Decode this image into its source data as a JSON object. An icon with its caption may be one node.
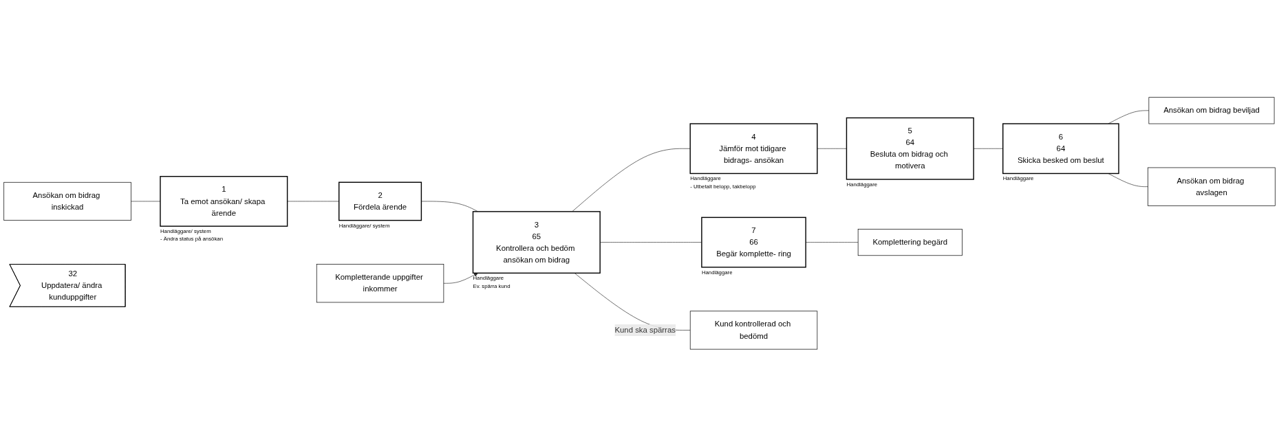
{
  "diagram": {
    "nodes": [
      {
        "text": [
          "Ansökan om bidrag inskickad"
        ]
      },
      {
        "text": [
          "1",
          "Ta emot ansökan/ skapa ärende"
        ],
        "beside": [
          "Handläggare/ system",
          "- Ändra status på ansökan"
        ]
      },
      {
        "text": [
          "2",
          "Fördela ärende"
        ],
        "beside": [
          "Handläggare/ system"
        ]
      },
      {
        "text": [
          "3",
          "65",
          "Kontrollera och bedöm ansökan om bidrag"
        ],
        "beside": [
          "Handläggare",
          "Ev. spärra kund"
        ]
      },
      {
        "text": [
          "7",
          "66",
          "Begär komplette- ring"
        ],
        "beside": [
          "Handläggare"
        ]
      },
      {
        "text": [
          "4",
          "Jämför mot tidigare bidrags- ansökan"
        ],
        "beside": [
          "Handläggare",
          "- Utbetalt belopp, takbelopp"
        ]
      },
      {
        "text": [
          "5",
          "64",
          "Besluta om bidrag och motivera"
        ],
        "beside": [
          "Handläggare"
        ]
      },
      {
        "text": [
          "6",
          "64",
          "Skicka besked om beslut"
        ],
        "beside": [
          "Handläggare"
        ]
      },
      {
        "text": [
          "Kund kontrollerad och bedömd"
        ]
      },
      {
        "text": [
          "Komplettering begärd"
        ]
      },
      {
        "text": [
          "Ansökan om bidrag beviljad"
        ]
      },
      {
        "text": [
          "Ansökan om bidrag avslagen"
        ]
      },
      {
        "text": [
          "Kompletterande uppgifter inkommer"
        ]
      },
      {
        "text": [
          "32",
          "Uppdatera/ ändra kunduppgifter"
        ]
      }
    ],
    "edges": [
      {
        "from": 0,
        "to": 1,
        "arrow": "none"
      },
      {
        "from": 1,
        "to": 2,
        "arrow": "none"
      },
      {
        "from": 2,
        "to": 3,
        "arrow": "none"
      },
      {
        "from": 12,
        "to": 3,
        "arrow": "to"
      },
      {
        "from": 3,
        "to": 8,
        "label": "Kund ska spärras",
        "arrow": "none"
      },
      {
        "from": 3,
        "to": 4,
        "arrow": "none"
      },
      {
        "from": 3,
        "to": 5,
        "arrow": "none"
      },
      {
        "from": 4,
        "to": 9,
        "arrow": "none"
      },
      {
        "from": 5,
        "to": 6,
        "arrow": "none"
      },
      {
        "from": 6,
        "to": 7,
        "arrow": "none"
      },
      {
        "from": 7,
        "to": 10,
        "arrow": "none"
      },
      {
        "from": 7,
        "to": 11,
        "arrow": "none"
      }
    ]
  }
}
